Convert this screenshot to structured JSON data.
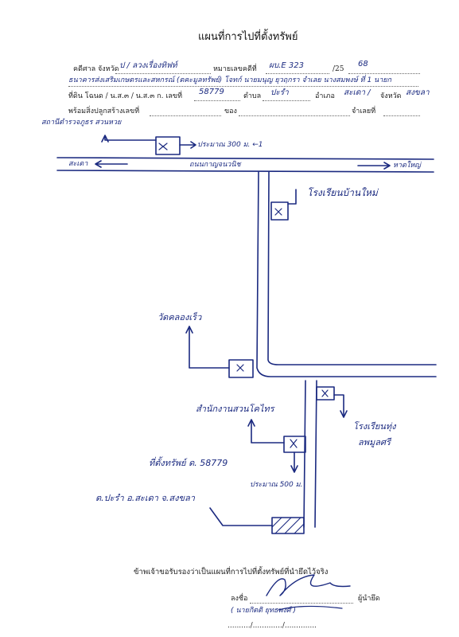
{
  "document": {
    "title": "แผนที่การไปที่ตั้งทรัพย์",
    "form": {
      "deed_label": "คดีศาล จังหวัด",
      "deed_value": "ป / ลวงเรื่องทิฟท์",
      "case_label": "หมายเลขคดีที่",
      "case_value": "ผบ.E 323",
      "year_label": "/25",
      "year_value": "68",
      "plaintiff_line": "ธนาคารส่งเสริมเกษตรและสหกรณ์ (ตคะมูลทรัพย์) โจทก์ นายมนุญ ยุวฤกรา จำเลย นางสมพงษ์ ที่ 1 นายก",
      "defendant_label": "จำเลย",
      "land_label": "ที่ดิน โฉนด / น.ส.๓ / น.ส.๓ ก. เลขที่",
      "land_number": "58779",
      "subdistrict_label": "ตำบล",
      "subdistrict_value": "ปะรำ",
      "district_label": "อำเภอ",
      "district_value": "สะเดา /",
      "province_label": "จังหวัด",
      "province_value": "สงขลา",
      "building_label": "พร้อมสิ่งปลูกสร้างเลขที่",
      "owner_label": "ของ",
      "defendant2_label": "จำเลยที่"
    },
    "map": {
      "landmark_top_left": "สถานีตำรวจภูธร สวนหวย",
      "distance_top": "ประมาณ 300 ม. ←1",
      "left_direction": "สะเดา",
      "road_label": "ถนนกาญจนวนิช",
      "right_direction": "หาดใหญ่",
      "school_top": "โรงเรียนบ้านใหม่",
      "temple": "วัดคลองเร็ว",
      "school_right": "โรงเรียนทุ่ง",
      "school_right_line2": "ลพมูลศรี",
      "office": "สำนักงานสวนโคไทร",
      "property": "ที่ตั้งทรัพย์ ด. 58779",
      "property_address": "ต.ปะรำ อ.สะเดา จ.สงขลา",
      "distance_bottom": "ประมาณ 500 ม."
    },
    "certification": "ข้าพเจ้าขอรับรองว่าเป็นแผนที่การไปที่ตั้งทรัพย์ที่นำยึดไว้จริง",
    "signature_label": "ลงชื่อ",
    "signer_role": "ผู้นำยึด",
    "signer_name": "( นายกิตติ ยุทธพงศ์ )",
    "date_line": "........../............./.............."
  }
}
